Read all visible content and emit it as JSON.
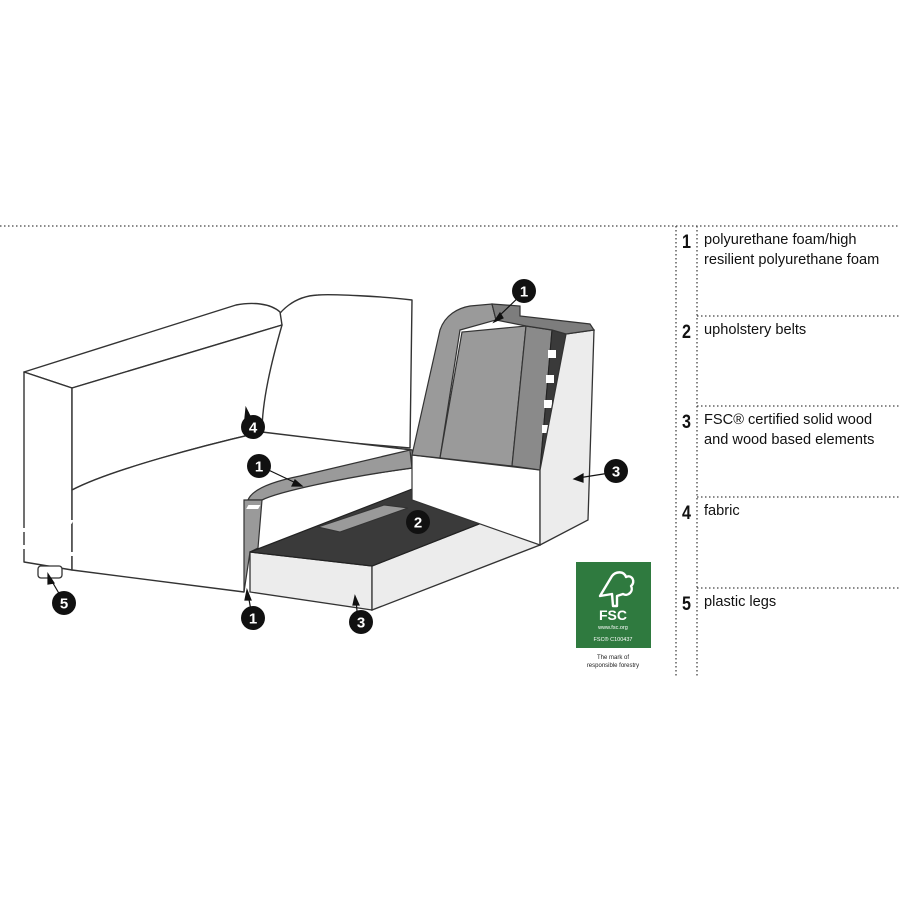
{
  "legend": [
    {
      "number": "1",
      "text": "polyurethane foam/high resilient polyurethane foam"
    },
    {
      "number": "2",
      "text": "upholstery belts"
    },
    {
      "number": "3",
      "text": "FSC® certified solid wood and wood based elements"
    },
    {
      "number": "4",
      "text": "fabric"
    },
    {
      "number": "5",
      "text": "plastic legs"
    }
  ],
  "callouts": [
    "1",
    "1",
    "1",
    "2",
    "3",
    "3",
    "4",
    "5"
  ],
  "fsc_logo": {
    "letters": "FSC",
    "url": "www.fsc.org",
    "license": "FSC® C100437",
    "caption_line1": "The mark of",
    "caption_line2": "responsible forestry",
    "color": "#2f7a3f"
  },
  "colors": {
    "foam": "#9a9a9a",
    "foam_dark": "#7d7d7d",
    "wood": "#ececec",
    "belts": "#3a3a3a",
    "callout": "#111111"
  }
}
